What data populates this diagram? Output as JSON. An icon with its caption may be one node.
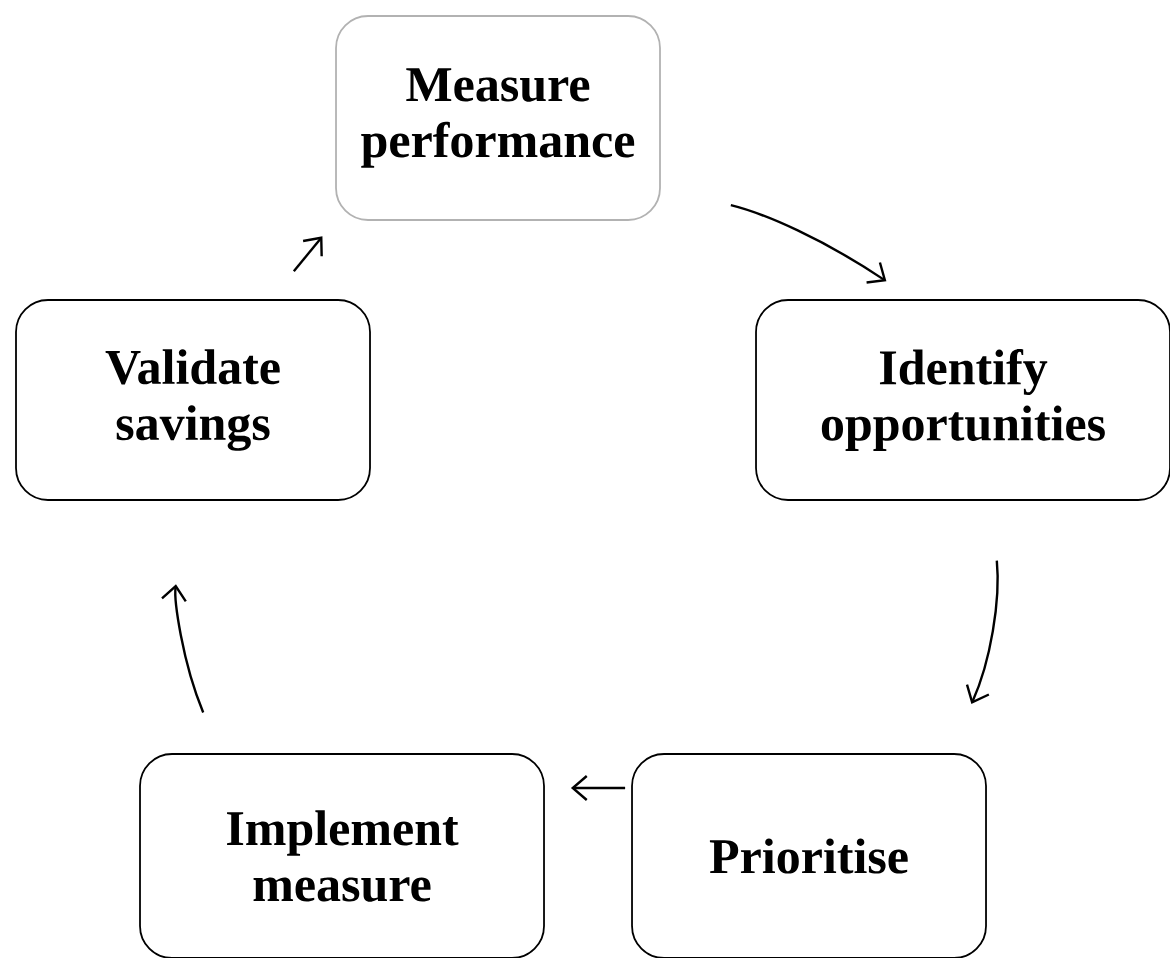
{
  "diagram": {
    "nodes": [
      {
        "text": [
          "Measure performance"
        ]
      },
      {
        "text": [
          "Identify opportunities"
        ]
      },
      {
        "text": [
          "Prioritise"
        ]
      },
      {
        "text": [
          "Implement measure"
        ]
      },
      {
        "text": [
          "Validate savings"
        ]
      }
    ],
    "edges": [
      {
        "from": 0,
        "to": 1,
        "arrow": "to"
      },
      {
        "from": 1,
        "to": 2,
        "arrow": "to"
      },
      {
        "from": 2,
        "to": 3,
        "arrow": "to"
      },
      {
        "from": 3,
        "to": 4,
        "arrow": "to"
      },
      {
        "from": 4,
        "to": 0,
        "arrow": "to"
      }
    ]
  }
}
